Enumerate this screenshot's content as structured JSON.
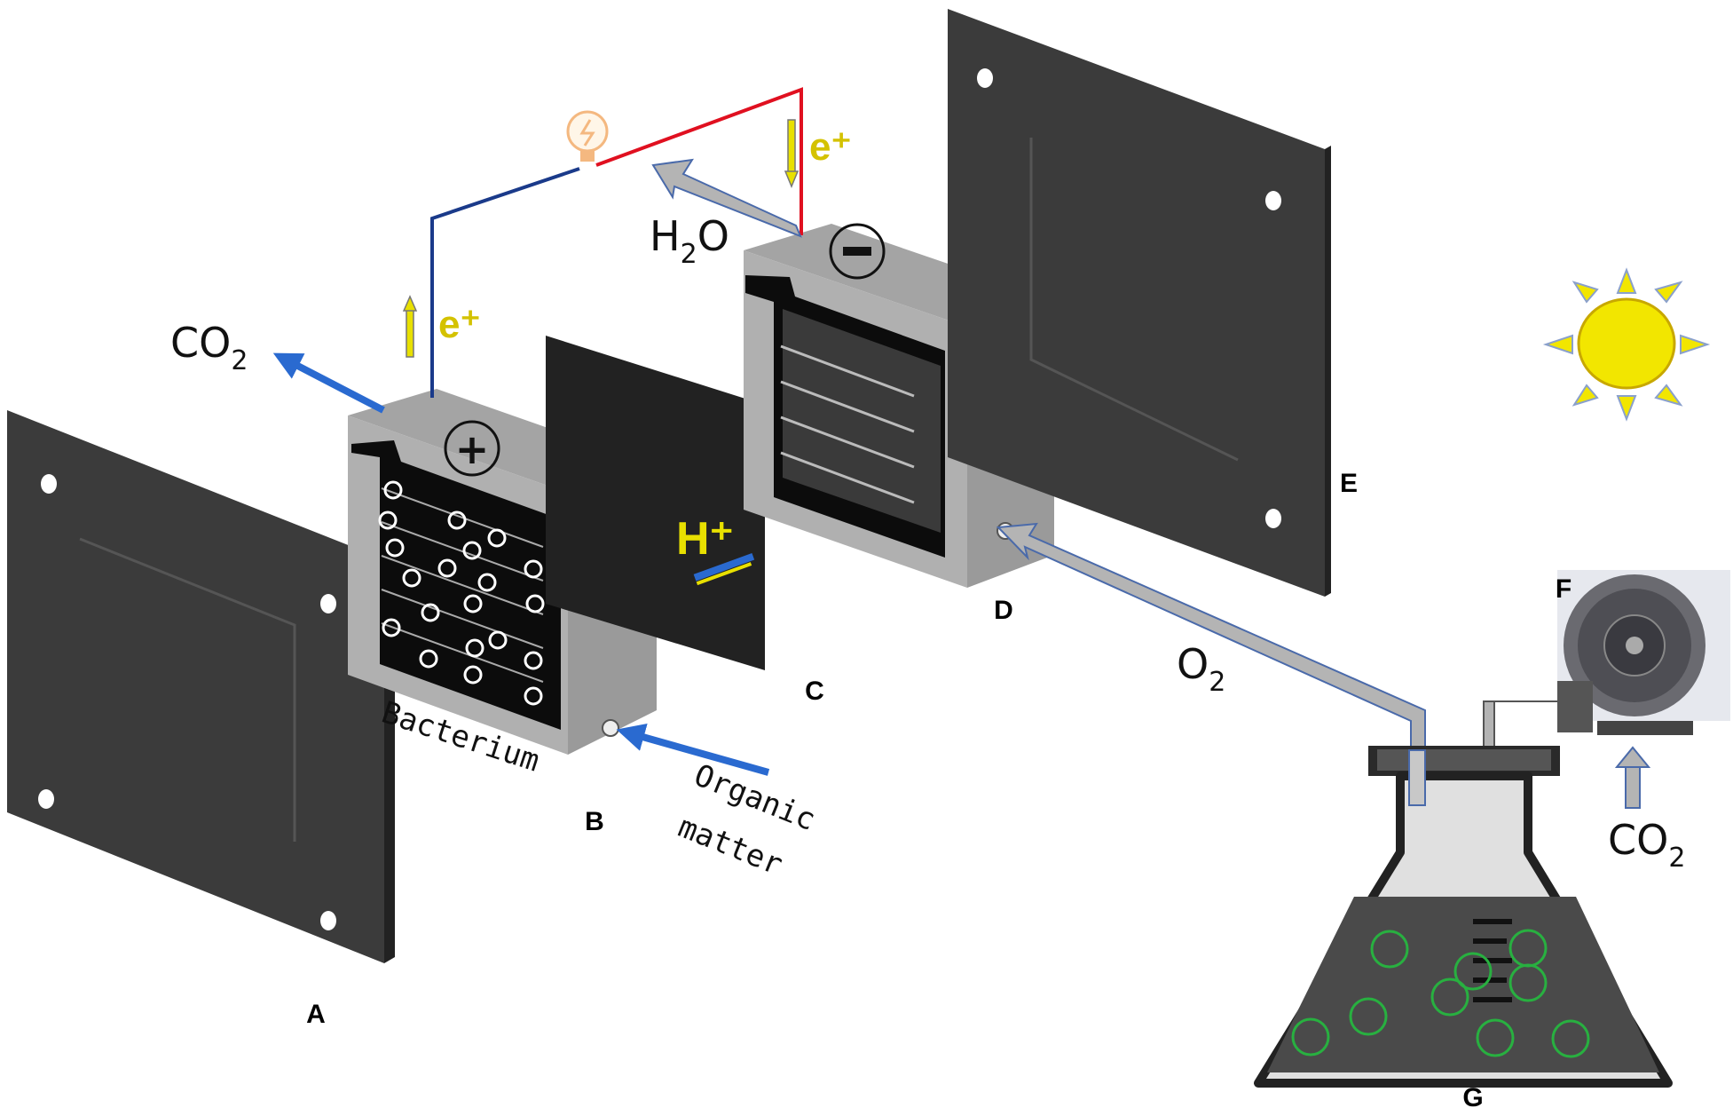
{
  "labels": {
    "A": "A",
    "B": "B",
    "C": "C",
    "D": "D",
    "E": "E",
    "F": "F",
    "G": "G"
  },
  "chemicals": {
    "co2_top": "CO",
    "co2_top_sub": "2",
    "h2o_main": "H",
    "h2o_sub": "2",
    "h2o_tail": "O",
    "o2_main": "O",
    "o2_sub": "2",
    "co2_right": "CO",
    "co2_right_sub": "2"
  },
  "charges": {
    "e_plus_left": "e⁺",
    "e_plus_top": "e⁺",
    "h_plus": "H⁺",
    "anode_sign": "+",
    "cathode_sign": "−"
  },
  "annotations": {
    "bacterium": "Bacterium",
    "organic_line1": "Organic",
    "organic_line2": "matter"
  },
  "colors": {
    "plate": "#3a3a3a",
    "chamber": "#a8a8a8",
    "wire_anode": "#1a3a8a",
    "wire_cathode": "#e01020",
    "arrow_blue": "#2a6ad0",
    "sun": "#f2e600",
    "bubble": "#28b040"
  }
}
